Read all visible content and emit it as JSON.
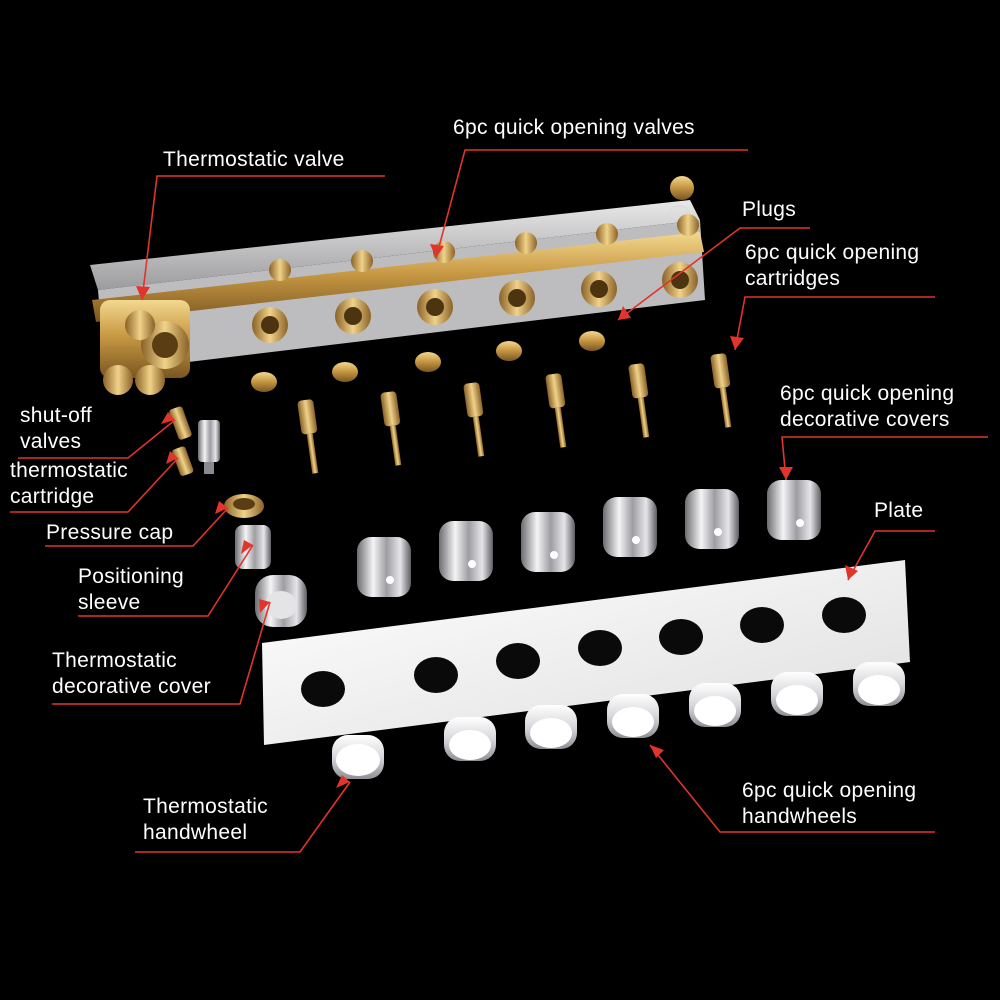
{
  "labels": {
    "thermostatic_valve": "Thermostatic valve",
    "quick_opening_valves": "6pc  quick opening valves",
    "plugs": "Plugs",
    "quick_opening_cartridges": [
      "6pc  quick opening",
      "cartridges"
    ],
    "quick_opening_decorative_covers": [
      "6pc  quick opening",
      "decorative covers"
    ],
    "shut_off_valves": [
      "shut-off",
      "valves"
    ],
    "thermostatic_cartridge": [
      "thermostatic",
      "cartridge"
    ],
    "pressure_cap": "Pressure cap",
    "positioning_sleeve": [
      "Positioning",
      "sleeve"
    ],
    "plate": "Plate",
    "thermostatic_decorative_cover": [
      "Thermostatic",
      "decorative cover"
    ],
    "thermostatic_handwheel": [
      "Thermostatic",
      "handwheel"
    ],
    "quick_opening_handwheels": [
      "6pc  quick opening",
      "handwheels"
    ]
  },
  "colors": {
    "background": "#000000",
    "label_text": "#ffffff",
    "leader_line": "#e0342c",
    "brass": "#c9a15a",
    "chrome": "#cfcfd2",
    "plate": "#f2f2f2"
  }
}
